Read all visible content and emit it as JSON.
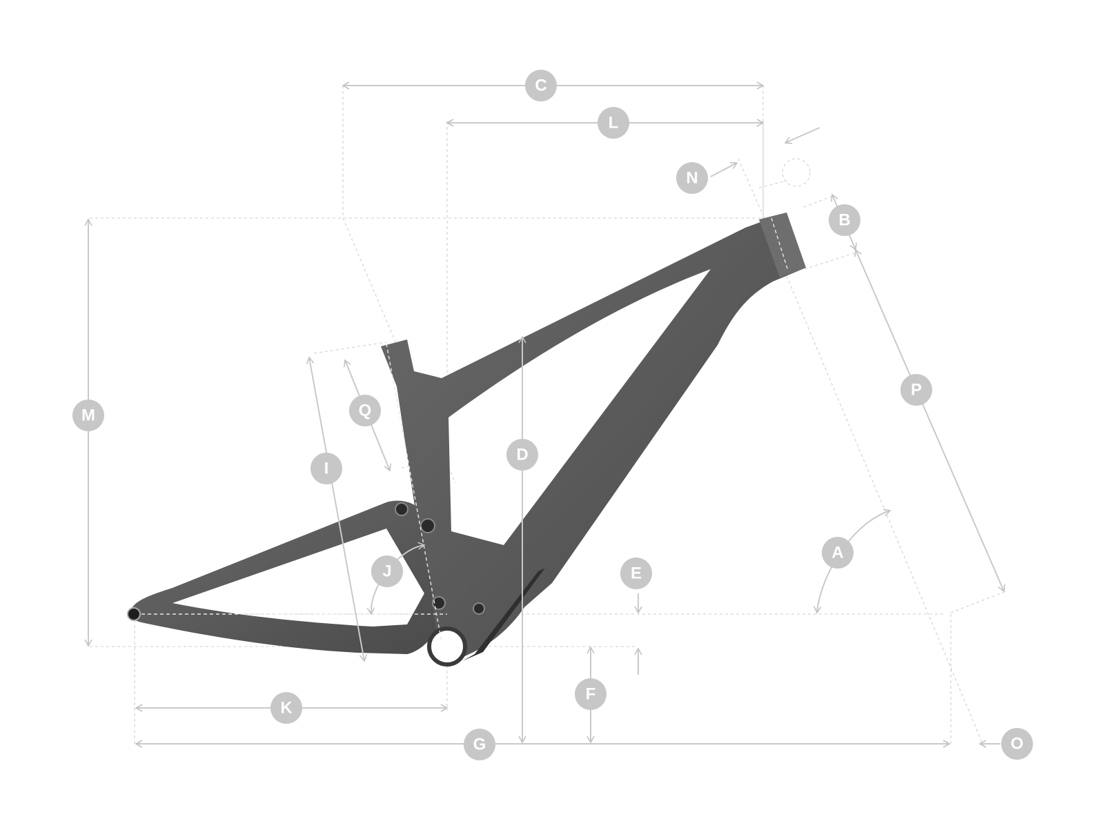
{
  "diagram": {
    "labels": {
      "A": "A",
      "B": "B",
      "C": "C",
      "D": "D",
      "E": "E",
      "F": "F",
      "G": "G",
      "I": "I",
      "J": "J",
      "K": "K",
      "L": "L",
      "M": "M",
      "N": "N",
      "O": "O",
      "P": "P",
      "Q": "Q"
    },
    "colors": {
      "frame": "#5a5a5a",
      "frame_dark": "#3c3c3c",
      "dimension_line": "#c9c9c9",
      "badge_fill": "#c7c7c7",
      "badge_text": "#ffffff",
      "background": "#ffffff"
    }
  }
}
